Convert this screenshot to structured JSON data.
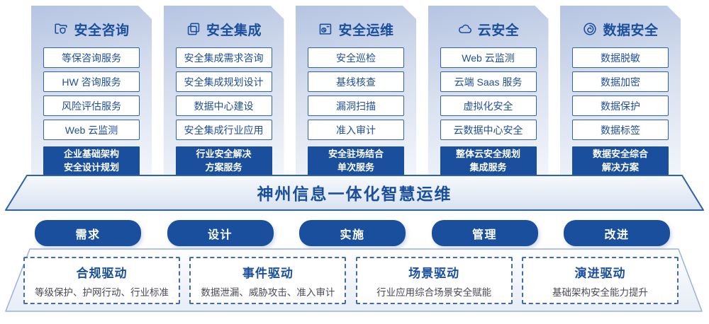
{
  "columns": [
    {
      "title": "安全咨询",
      "icon": "folder-shield",
      "items": [
        "等保咨询服务",
        "HW 咨询服务",
        "风险评估服务",
        "Web 云监测"
      ],
      "highlight_line1": "企业基础架构",
      "highlight_line2": "安全设计规划"
    },
    {
      "title": "安全集成",
      "icon": "stacked-docs",
      "items": [
        "安全集成需求咨询",
        "安全集成规划设计",
        "数据中心建设",
        "安全集成行业应用"
      ],
      "highlight_line1": "行业安全解决",
      "highlight_line2": "方案服务"
    },
    {
      "title": "安全运维",
      "icon": "folder-clock",
      "items": [
        "安全巡检",
        "基线核查",
        "漏洞扫描",
        "准入审计"
      ],
      "highlight_line1": "安全驻场结合",
      "highlight_line2": "单次服务"
    },
    {
      "title": "云安全",
      "icon": "cloud",
      "items": [
        "Web 云监测",
        "云端 Saas 服务",
        "虚拟化安全",
        "云数据中心安全"
      ],
      "highlight_line1": "整体云安全规划",
      "highlight_line2": "集成服务"
    },
    {
      "title": "数据安全",
      "icon": "fingerprint",
      "items": [
        "数据脱敏",
        "数据加密",
        "数据保护",
        "数据标签"
      ],
      "highlight_line1": "数据安全综合",
      "highlight_line2": "解决方案"
    }
  ],
  "banner": {
    "title": "神州信息一体化智慧运维"
  },
  "process_pills": [
    "需求",
    "设计",
    "实施",
    "管理",
    "改进"
  ],
  "drivers": [
    {
      "title": "合规驱动",
      "desc": "等级保护、护网行动、行业标准"
    },
    {
      "title": "事件驱动",
      "desc": "数据泄漏、威胁攻击、准入审计"
    },
    {
      "title": "场景驱动",
      "desc": "行业应用综合场景安全赋能"
    },
    {
      "title": "演进驱动",
      "desc": "基础架构安全能力提升"
    }
  ],
  "colors": {
    "primary": "#1A4F9E",
    "box_border": "#2E62AB",
    "item_text": "#1F4E96",
    "desc_text": "#4A4B52",
    "dash_border": "#3F6BB0",
    "card_gradient_top": "#B5C4E2",
    "card_gradient_bottom": "#F3F6FB",
    "banner_stroke": "#2E62AB",
    "base_stroke": "#9AB2D8"
  }
}
